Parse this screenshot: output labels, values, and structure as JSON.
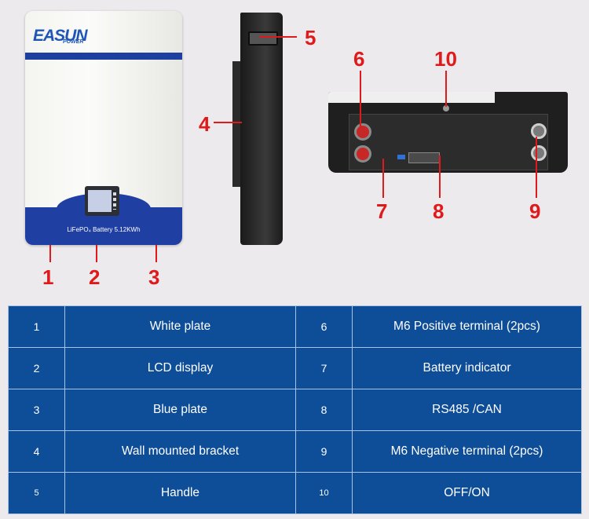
{
  "brand": {
    "logo": "EASUN",
    "logo_sub": "POWER"
  },
  "front_caption": "LiFePO₄ Battery 5.12KWh",
  "callouts": [
    "1",
    "2",
    "3",
    "4",
    "5",
    "6",
    "7",
    "8",
    "9",
    "10"
  ],
  "table": {
    "rows": [
      {
        "left_num": "1",
        "left_label": "White plate",
        "right_num": "6",
        "right_label": "M6 Positive terminal (2pcs)"
      },
      {
        "left_num": "2",
        "left_label": "LCD display",
        "right_num": "7",
        "right_label": "Battery indicator"
      },
      {
        "left_num": "3",
        "left_label": "Blue plate",
        "right_num": "8",
        "right_label": "RS485 /CAN"
      },
      {
        "left_num": "4",
        "left_label": "Wall mounted bracket",
        "right_num": "9",
        "right_label": "M6 Negative terminal (2pcs)"
      },
      {
        "left_num": "5",
        "left_label": "Handle",
        "right_num": "10",
        "right_label": "OFF/ON"
      }
    ]
  },
  "colors": {
    "callout": "#e0191b",
    "table_bg": "#0e4d98",
    "table_border": "#a9c3e6",
    "brand_blue": "#1f3fa3"
  }
}
